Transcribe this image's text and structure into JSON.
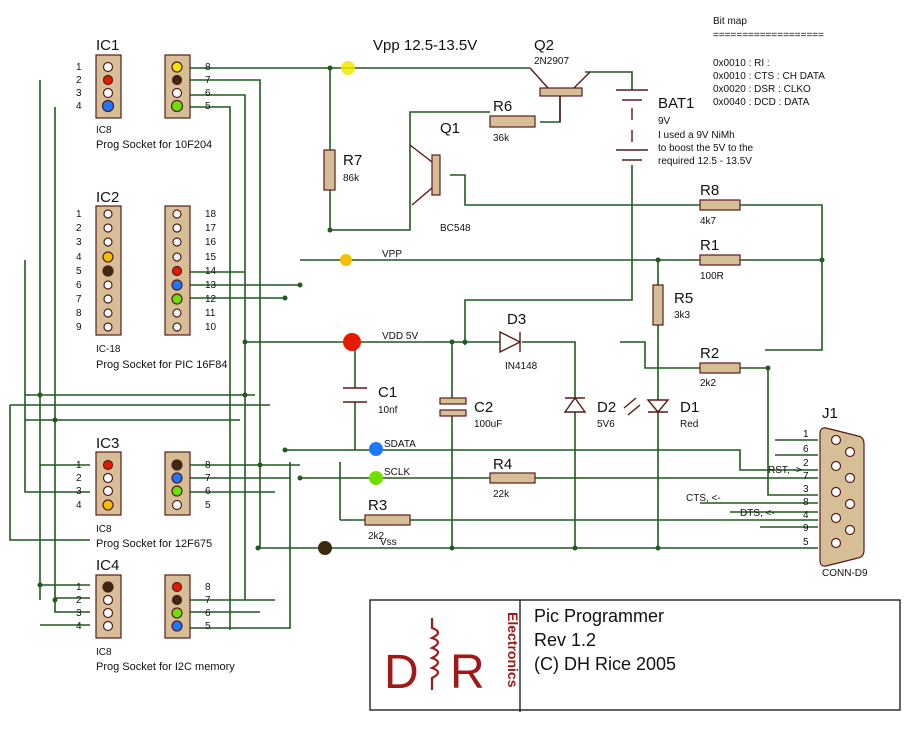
{
  "vpp_rail": "Vpp 12.5-13.5V",
  "bitmap": {
    "title": "Bit map",
    "rule": "===================",
    "lines": [
      "0x0010 : RI     :",
      "0x0010 : CTS : CH DATA",
      "0x0020 : DSR : CLKO",
      "0x0040 : DCD : DATA"
    ]
  },
  "q2": {
    "ref": "Q2",
    "part": "2N2907"
  },
  "bat1": {
    "ref": "BAT1",
    "value": "9V",
    "note1": "I used a 9V NiMh",
    "note2": "to boost the 5V to the",
    "note3": "required 12.5 - 13.5V"
  },
  "r6": {
    "ref": "R6",
    "value": "36k"
  },
  "q1": {
    "ref": "Q1",
    "part": "BC548"
  },
  "r7": {
    "ref": "R7",
    "value": "86k"
  },
  "r8": {
    "ref": "R8",
    "value": "4k7"
  },
  "r1": {
    "ref": "R1",
    "value": "100R"
  },
  "r5": {
    "ref": "R5",
    "value": "3k3"
  },
  "r2": {
    "ref": "R2",
    "value": "2k2"
  },
  "r4": {
    "ref": "R4",
    "value": "22k"
  },
  "r3": {
    "ref": "R3",
    "value": "2k2"
  },
  "d3": {
    "ref": "D3",
    "part": "IN4148"
  },
  "d2": {
    "ref": "D2",
    "value": "5V6"
  },
  "d1": {
    "ref": "D1",
    "value": "Red"
  },
  "c1": {
    "ref": "C1",
    "value": "10nf"
  },
  "c2": {
    "ref": "C2",
    "value": "100uF"
  },
  "nets": {
    "vpp": "VPP",
    "vdd": "VDD 5V",
    "sdata": "SDATA",
    "sclk": "SCLK",
    "vss": "Vss"
  },
  "j1": {
    "ref": "J1",
    "part": "CONN-D9",
    "pins": [
      "1",
      "6",
      "2",
      "7",
      "3",
      "8",
      "4",
      "9",
      "5"
    ],
    "signals": {
      "rst": "RST, ->",
      "cts": "CTS, <-",
      "dts": "DTS, <-"
    }
  },
  "ic1": {
    "ref": "IC1",
    "left": [
      "1",
      "2",
      "3",
      "4"
    ],
    "right": [
      "8",
      "7",
      "6",
      "5"
    ],
    "type": "IC8",
    "desc": "Prog Socket for 10F204"
  },
  "ic2": {
    "ref": "IC2",
    "left": [
      "1",
      "2",
      "3",
      "4",
      "5",
      "6",
      "7",
      "8",
      "9"
    ],
    "right": [
      "18",
      "17",
      "16",
      "15",
      "14",
      "13",
      "12",
      "11",
      "10"
    ],
    "type": "IC-18",
    "desc": "Prog Socket for PIC 16F84"
  },
  "ic3": {
    "ref": "IC3",
    "left": [
      "1",
      "2",
      "3",
      "4"
    ],
    "right": [
      "8",
      "7",
      "6",
      "5"
    ],
    "type": "IC8",
    "desc": "Prog Socket for 12F675"
  },
  "ic4": {
    "ref": "IC4",
    "left": [
      "1",
      "2",
      "3",
      "4"
    ],
    "right": [
      "8",
      "7",
      "6",
      "5"
    ],
    "type": "IC8",
    "desc": "Prog Socket for I2C memory"
  },
  "title_block": {
    "line1": "Pic Programmer",
    "line2": "Rev 1.2",
    "line3": "(C) DH Rice 2005",
    "logo_d": "D",
    "logo_r": "R",
    "brand": "Electronics"
  },
  "colors": {
    "wire": "#1f5a1f",
    "part": "#5a1a1a",
    "body": "#d6bf97",
    "vpp": "#f2e600",
    "vdd": "#e81b00",
    "sdata": "#1e78ff",
    "sclk": "#6ee000",
    "vss": "#3a2a10"
  }
}
